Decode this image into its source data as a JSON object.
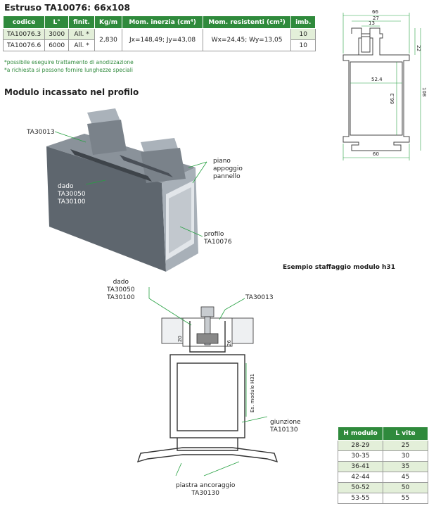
{
  "title": "Estruso TA10076: 66x108",
  "spec_table": {
    "headers": [
      "codice",
      "L°",
      "finit.",
      "Kg/m",
      "Mom. inerzia (cm⁴)",
      "Mom. resistenti (cm³)",
      "imb."
    ],
    "rows": [
      {
        "codice": "TA10076.3",
        "l": "3000",
        "finit": "All. *",
        "imb": "10"
      },
      {
        "codice": "TA10076.6",
        "l": "6000",
        "finit": "All. *",
        "imb": "10"
      }
    ],
    "kgm": "2,830",
    "inerzia": "Jx=148,49; Jy=43,08",
    "resistenti": "Wx=24,45; Wy=13,05"
  },
  "notes": [
    "*possibile eseguire trattamento di anodizzazione",
    "*a richiesta si possono fornire lunghezze speciali"
  ],
  "section_title": "Modulo incassato nel profilo",
  "iso_labels": {
    "ta30013": "TA30013",
    "dado": [
      "dado",
      "TA30050",
      "TA30100"
    ],
    "piano": [
      "piano",
      "appoggio",
      "pannello"
    ],
    "profilo": [
      "profilo",
      "TA10076"
    ]
  },
  "profile_dims": {
    "d66": "66",
    "d27": "27",
    "d13": "13",
    "d22": "22",
    "d52": "52.4",
    "d66_3": "66.3",
    "d108": "108",
    "d60": "60"
  },
  "example_title": "Esempio staffaggio modulo h31",
  "section_labels": {
    "dado": [
      "dado",
      "TA30050",
      "TA30100"
    ],
    "ta30013": "TA30013",
    "d20": "20",
    "d26": "26",
    "modulo": "Es. modulo H31",
    "giunzione": [
      "giunzione",
      "TA10130"
    ],
    "piastra": [
      "piastra ancoraggio",
      "TA30130"
    ]
  },
  "h_table": {
    "headers": [
      "H modulo",
      "L vite"
    ],
    "rows": [
      [
        "28-29",
        "25"
      ],
      [
        "30-35",
        "30"
      ],
      [
        "36-41",
        "35"
      ],
      [
        "42-44",
        "45"
      ],
      [
        "50-52",
        "50"
      ],
      [
        "53-55",
        "55"
      ]
    ]
  },
  "colors": {
    "accent": "#2f8a3c",
    "row_tint": "#e3efd9",
    "leader": "#27a142"
  }
}
